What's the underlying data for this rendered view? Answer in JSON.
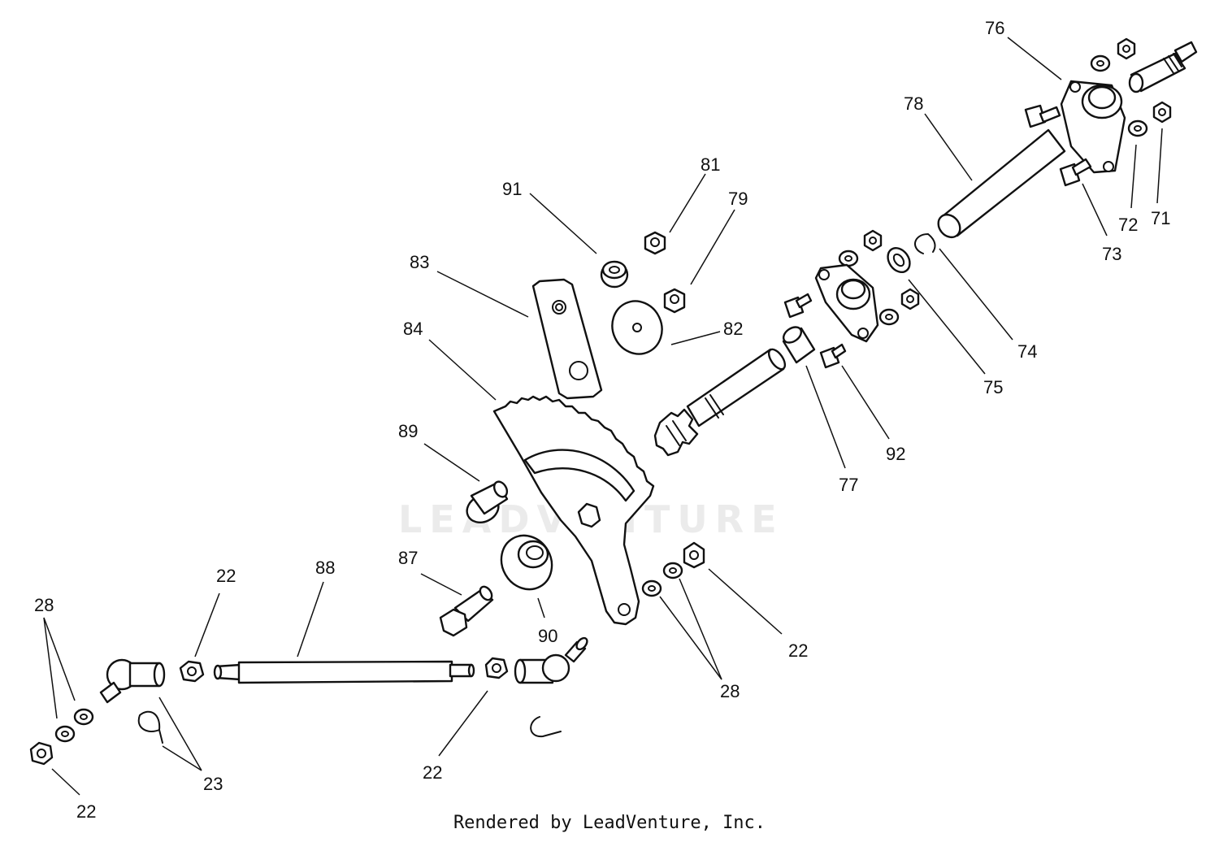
{
  "watermark": "LEADVENTURE",
  "footer": "Rendered by LeadVenture, Inc.",
  "labels": {
    "l76": "76",
    "l78": "78",
    "l81": "81",
    "l91": "91",
    "l79": "79",
    "l83": "83",
    "l82": "82",
    "l84": "84",
    "l72": "72",
    "l71": "71",
    "l73": "73",
    "l74": "74",
    "l75": "75",
    "l92": "92",
    "l77": "77",
    "l89": "89",
    "l87": "87",
    "l88": "88",
    "l90": "90",
    "l22a": "22",
    "l22b": "22",
    "l22c": "22",
    "l22d": "22",
    "l28a": "28",
    "l28b": "28",
    "l23": "23"
  }
}
